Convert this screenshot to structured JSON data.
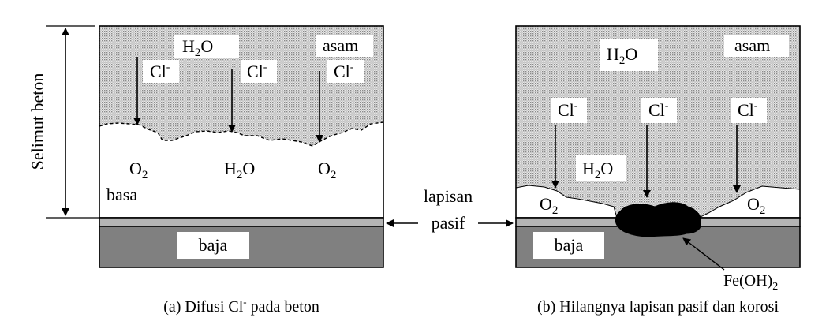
{
  "side_label": "Selimut beton",
  "center_label": {
    "line1": "lapisan",
    "line2": "pasif"
  },
  "panel_a": {
    "h2o_top": {
      "base": "H",
      "sub": "2",
      "tail": "O"
    },
    "asam": "asam",
    "cl": [
      {
        "base": "Cl",
        "sup": "-"
      },
      {
        "base": "Cl",
        "sup": "-"
      },
      {
        "base": "Cl",
        "sup": "-"
      }
    ],
    "o2_left": {
      "base": "O",
      "sub": "2"
    },
    "h2o_mid": {
      "base": "H",
      "sub": "2",
      "tail": "O"
    },
    "o2_right": {
      "base": "O",
      "sub": "2"
    },
    "basa": "basa",
    "baja": "baja",
    "caption": {
      "pre": "(a) Difusi Cl",
      "sup": "-",
      "post": " pada beton"
    }
  },
  "panel_b": {
    "h2o_top": {
      "base": "H",
      "sub": "2",
      "tail": "O"
    },
    "asam": "asam",
    "cl": [
      {
        "base": "Cl",
        "sup": "-"
      },
      {
        "base": "Cl",
        "sup": "-"
      },
      {
        "base": "Cl",
        "sup": "-"
      }
    ],
    "h2o_mid": {
      "base": "H",
      "sub": "2",
      "tail": "O"
    },
    "o2_left": {
      "base": "O",
      "sub": "2"
    },
    "o2_right": {
      "base": "O",
      "sub": "2"
    },
    "baja": "baja",
    "feoh": {
      "base": "Fe(OH)",
      "sub": "2"
    },
    "caption": "(b) Hilangnya lapisan pasif dan korosi"
  },
  "colors": {
    "stipple": "#c8c8c8",
    "steel": "#808080",
    "passive": "#b4b4b4",
    "rust": "#000000"
  }
}
